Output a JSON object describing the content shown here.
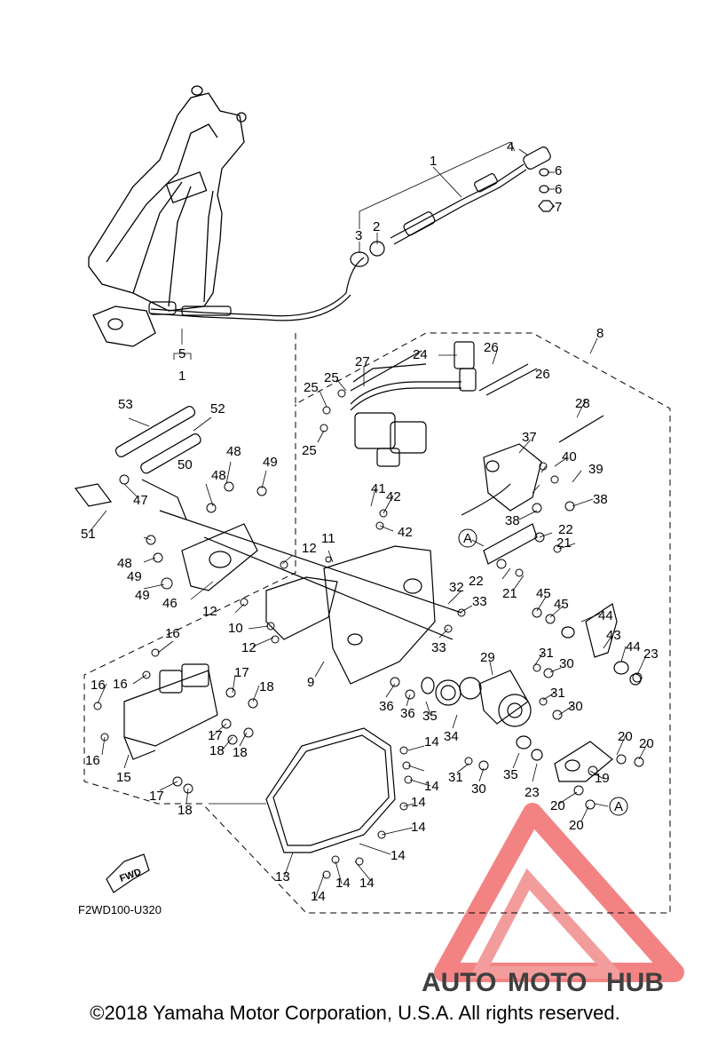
{
  "diagram": {
    "part_labels": [
      "1",
      "2",
      "3",
      "4",
      "5",
      "6",
      "7",
      "8",
      "9",
      "10",
      "11",
      "12",
      "13",
      "14",
      "15",
      "16",
      "17",
      "18",
      "19",
      "20",
      "21",
      "22",
      "23",
      "24",
      "25",
      "26",
      "27",
      "28",
      "29",
      "30",
      "31",
      "32",
      "33",
      "34",
      "35",
      "36",
      "37",
      "38",
      "39",
      "40",
      "41",
      "42",
      "43",
      "44",
      "45",
      "46",
      "47",
      "48",
      "49",
      "50",
      "51",
      "52",
      "53"
    ],
    "sub_label_5": "1",
    "ref_marker": "A",
    "fwd_label": "FWD",
    "drawing_code": "F2WD100-U320"
  },
  "watermark": {
    "part1": "AUTO",
    "part2": "MOTO",
    "part3": "HUB",
    "color_orange": "#f4b36a",
    "color_red": "#e84c4c",
    "color_gray": "#8a8a8a"
  },
  "footer": {
    "copyright": "©2018 Yamaha Motor Corporation, U.S.A. All rights reserved."
  }
}
